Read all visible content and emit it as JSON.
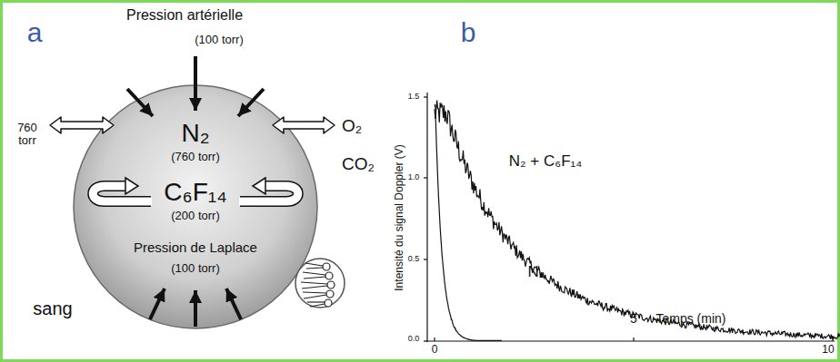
{
  "diagram": {
    "nodes": [
      {
        "text": [
          "N₂",
          "(760 torr)",
          "C₆F₁₄",
          "(200 torr)",
          "Pression de Laplace",
          "(100 torr)"
        ]
      }
    ],
    "labels": [
      "a",
      "Pression artérielle",
      "(100 torr)",
      "760 torr",
      "O₂",
      "CO₂",
      "sang",
      "b",
      "1.5",
      "1.0",
      "0.5",
      "0.0",
      "0",
      "5",
      "10",
      "Temps (min)",
      "Intensité du signal Doppler (V)",
      "N₂ + C₆F₁₄",
      "N₂"
    ]
  }
}
